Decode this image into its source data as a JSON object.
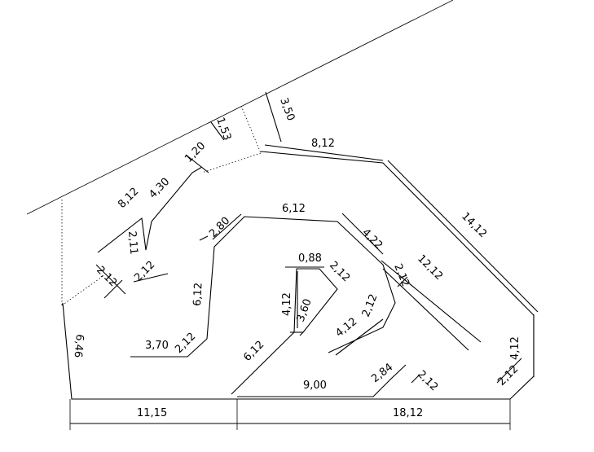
{
  "dimensions": {
    "d_11_15": "11,15",
    "d_18_12_bottom": "18,12",
    "d_9_00": "9,00",
    "d_2_84": "2,84",
    "d_2_12_bottom_right": "2,12",
    "d_6_46": "6,46",
    "d_2_12_left_a": "2,12",
    "d_2_12_left_b": "2,12",
    "d_8_12_left": "8,12",
    "d_4_30": "4,30",
    "d_1_20": "1,20",
    "d_2_11": "2,11",
    "d_1_53": "1,53",
    "d_3_50": "3,50",
    "d_8_12_top": "8,12",
    "d_14_12": "14,12",
    "d_4_12_right": "4,12",
    "d_2_12_right": "2,12",
    "d_6_12_mid": "6,12",
    "d_2_80": "2,80",
    "d_6_12_left": "6,12",
    "d_3_70": "3,70",
    "d_2_12_mid_left": "2,12",
    "d_4_22": "4,22",
    "d_12_12": "12,12",
    "d_2_12_mid_right": "2,12",
    "d_2_12_inner_right": "2,12",
    "d_4_12_inner": "4,12",
    "d_0_88": "0,88",
    "d_2_12_center": "2,12",
    "d_4_12_center": "4,12",
    "d_3_60": "3,60",
    "d_6_12_center": "6,12"
  }
}
